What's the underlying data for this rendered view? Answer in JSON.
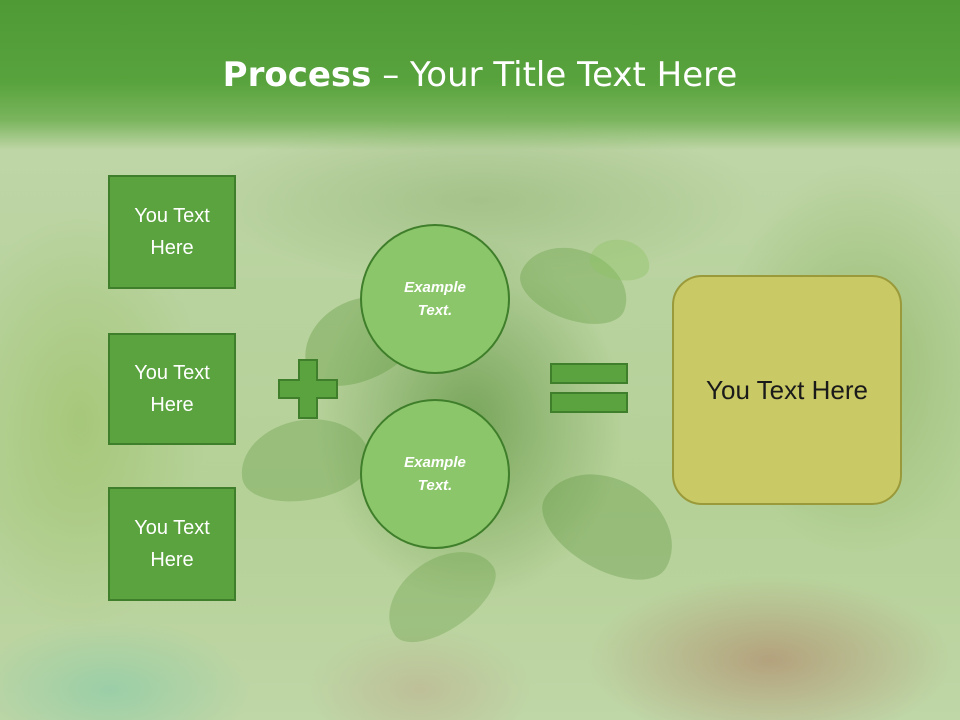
{
  "slide": {
    "title_bold": "Process",
    "title_dash": " – ",
    "title_rest": "Your Title Text Here"
  },
  "boxes": [
    {
      "label": "You Text Here"
    },
    {
      "label": "You Text Here"
    },
    {
      "label": "You Text Here"
    }
  ],
  "circles": [
    {
      "label": "Example Text."
    },
    {
      "label": "Example Text."
    }
  ],
  "result": {
    "label": "You Text Here"
  },
  "colors": {
    "header": "#58a33d",
    "box_fill": "#5aa33e",
    "box_border": "#3f7e2a",
    "circle_fill": "#8cc66b",
    "result_fill": "#c9c965",
    "result_border": "#9a9a3a",
    "operator": "#5aa33e"
  },
  "icons": {
    "plus": "plus-icon",
    "equals": "equals-icon"
  }
}
